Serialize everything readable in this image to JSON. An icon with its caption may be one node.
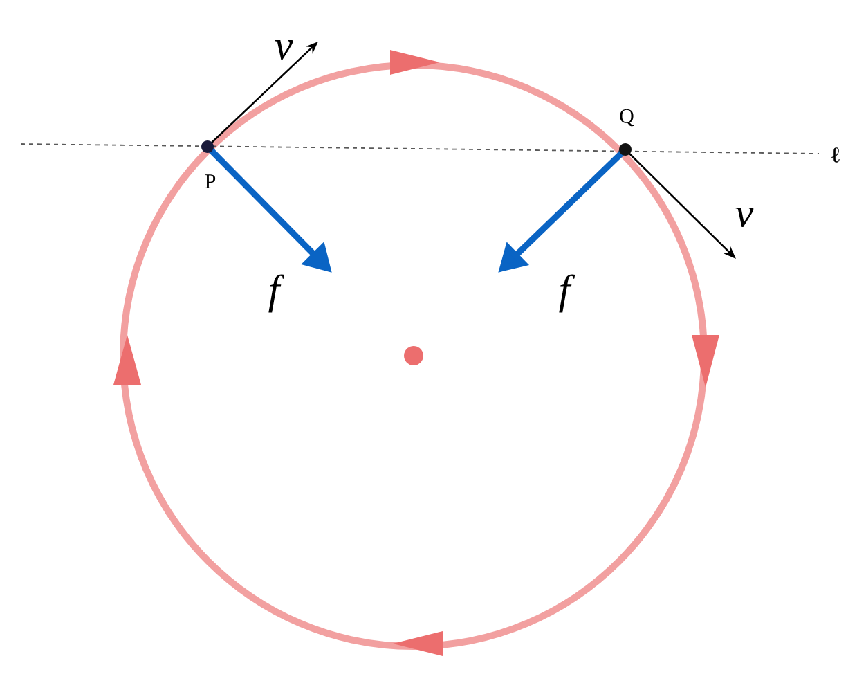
{
  "diagram": {
    "nodes": [
      {
        "text": [],
        "shape": "circle",
        "beside": [
          "P"
        ]
      },
      {
        "text": [],
        "shape": "circle",
        "beside": [
          "Q"
        ]
      },
      {
        "text": [],
        "shape": "circle"
      }
    ],
    "labels": [
      "v",
      "ℓ",
      "v",
      "f",
      "f"
    ]
  }
}
